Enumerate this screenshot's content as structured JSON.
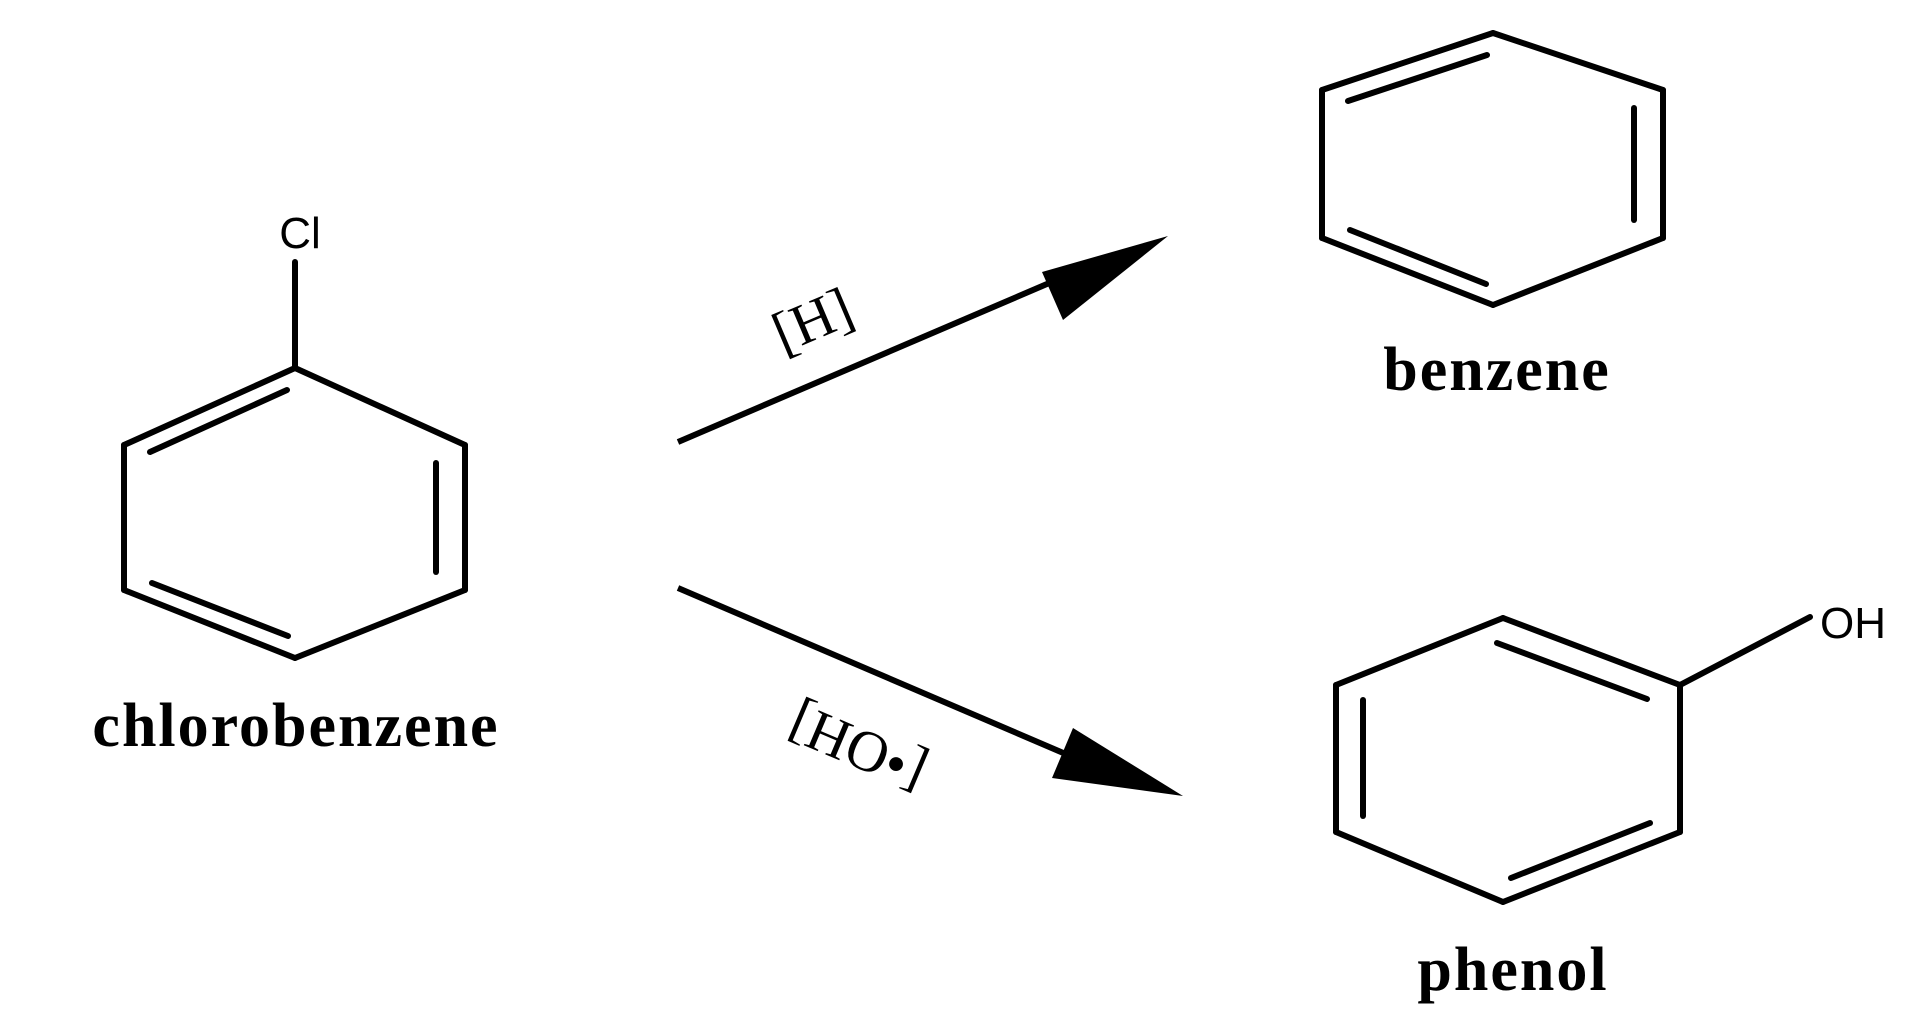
{
  "reactant": {
    "name": "chlorobenzene",
    "substituent": "Cl"
  },
  "reactions": [
    {
      "reagent": "[H]",
      "product": {
        "name": "benzene",
        "substituent": ""
      }
    },
    {
      "reagent": "[•OH]",
      "product": {
        "name": "phenol",
        "substituent": "OH"
      }
    }
  ],
  "colors": {
    "ink": "#000000",
    "background": "#ffffff"
  }
}
